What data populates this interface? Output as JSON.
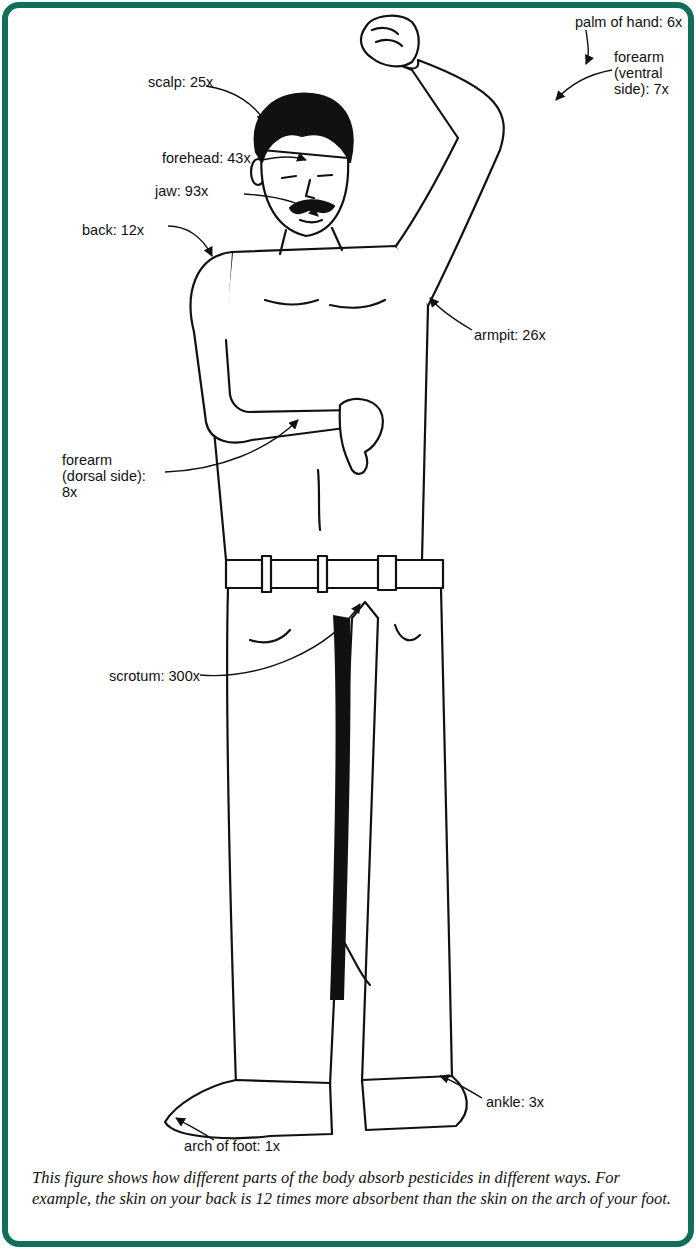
{
  "diagram": {
    "caption": "This figure shows how different parts of the body absorb pesticides in different ways. For example, the skin on your back is 12 times more absorbent than the skin on the arch of your foot.",
    "labels": [
      "palm of hand: 6x",
      "forearm (ventral side): 7x",
      "scalp: 25x",
      "forehead: 43x",
      "jaw: 93x",
      "back: 12x",
      "armpit: 26x",
      "forearm (dorsal side): 8x",
      "scrotum: 300x",
      "ankle: 3x",
      "arch of foot: 1x"
    ]
  }
}
